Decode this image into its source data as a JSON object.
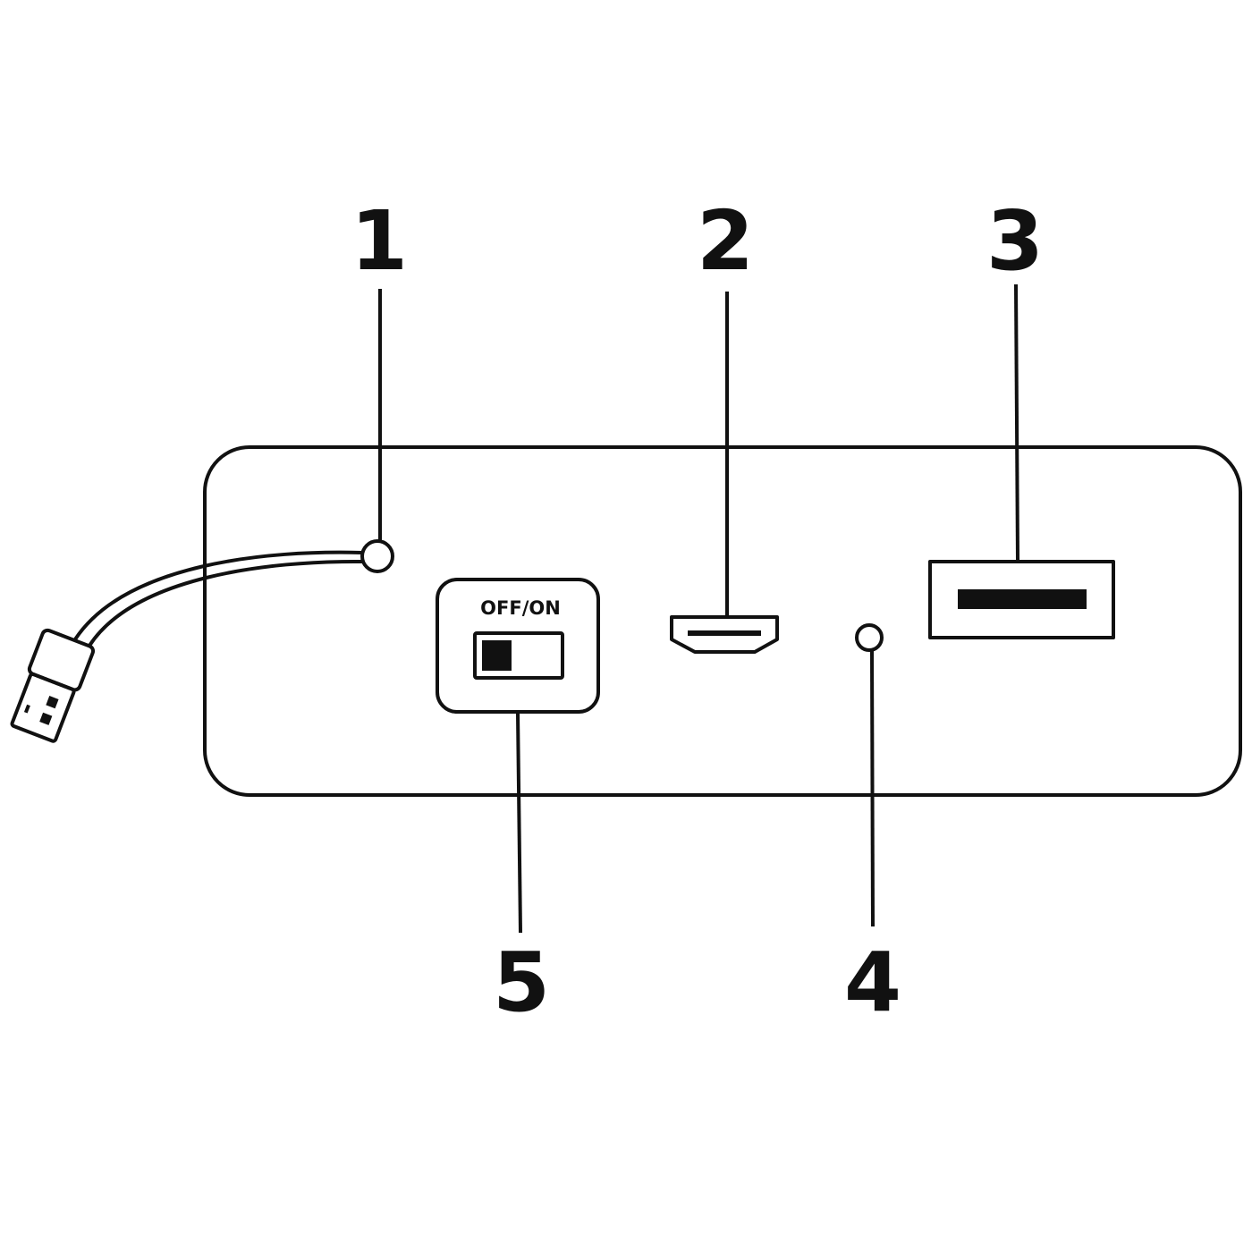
{
  "callouts": {
    "c1": "1",
    "c2": "2",
    "c3": "3",
    "c4": "4",
    "c5": "5"
  },
  "power_switch": {
    "label": "OFF/ON"
  },
  "colors": {
    "line": "#111111",
    "background": "#ffffff"
  }
}
